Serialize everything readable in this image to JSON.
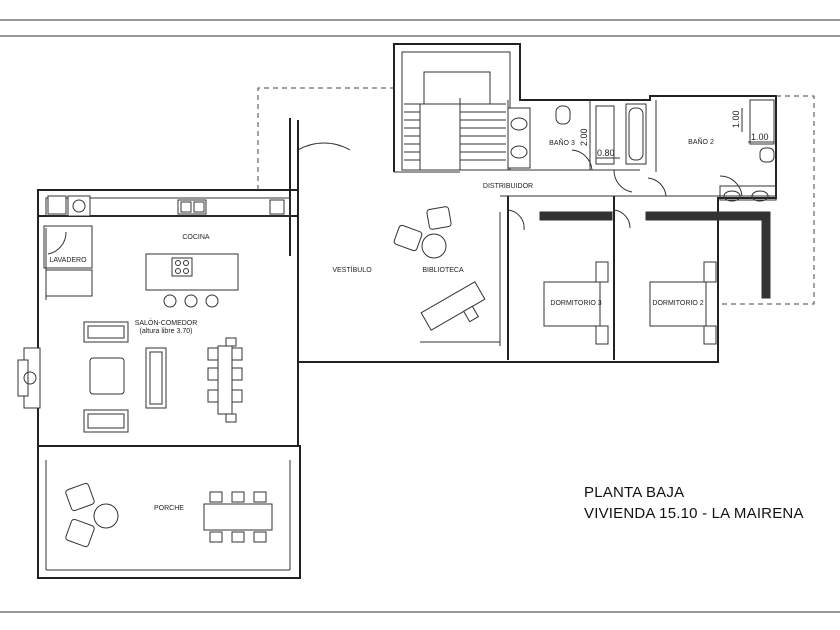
{
  "title": {
    "line1": "PLANTA BAJA",
    "line2": "VIVIENDA 15.10 - LA MAIRENA"
  },
  "rooms": {
    "cocina": "COCINA",
    "lavadero": "LAVADERO",
    "salon_comedor": "SALÓN-COMEDOR",
    "altura_libre": "(altura libre 3.70)",
    "vestibulo": "VESTÍBULO",
    "biblioteca": "BIBLIOTECA",
    "distribuidor": "DISTRIBUIDOR",
    "bano3": "BAÑO 3",
    "bano2": "BAÑO 2",
    "dormitorio3": "DORMITORIO 3",
    "dormitorio2": "DORMITORIO 2",
    "porche": "PORCHE"
  },
  "dimensions": {
    "d1": "2.00",
    "d2": "0.80",
    "d3": "1.00",
    "d4": "1.00"
  },
  "colors": {
    "line": "#222222",
    "background": "#ffffff"
  }
}
